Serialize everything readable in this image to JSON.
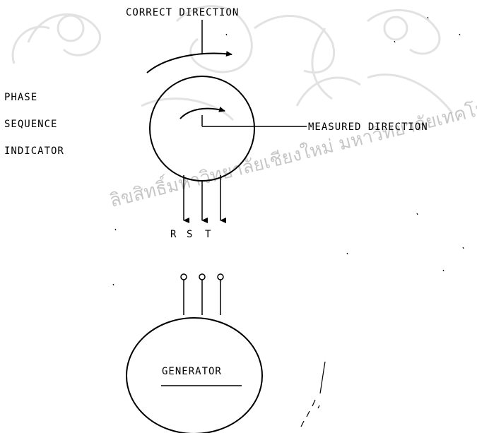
{
  "labels": {
    "correct_direction": "CORRECT DIRECTION",
    "phase_line1": "PHASE",
    "phase_line2": "SEQUENCE",
    "phase_line3": "INDICATOR",
    "measured_direction": "MEASURED DIRECTION",
    "phase_r": "R",
    "phase_s": "S",
    "phase_t": "T",
    "generator": "GENERATOR"
  },
  "watermark": {
    "text": "ลิขสิทธิ์มหาวิทยาลัยเชียงใหม่ มหาวิทยาลัยเทคโนโลยีพระจอมเกล้าพระนครเหนือ"
  },
  "colors": {
    "ink": "#000000",
    "watermark": "#cfcfcf",
    "background": "#ffffff"
  }
}
